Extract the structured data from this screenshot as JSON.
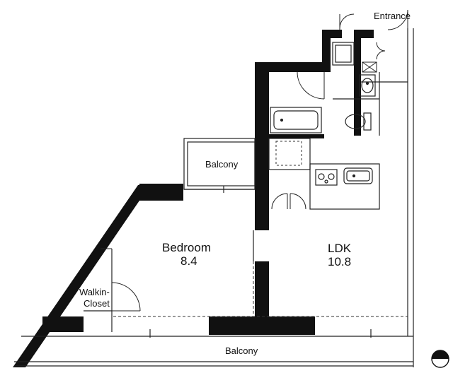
{
  "labels": {
    "entrance": "Entrance",
    "balcony_upper": "Balcony",
    "bedroom_name": "Bedroom",
    "bedroom_size": "8.4",
    "ldk_name": "LDK",
    "ldk_size": "10.8",
    "walkin_line1": "Walkin-",
    "walkin_line2": "Closet",
    "balcony_lower": "Balcony"
  },
  "icons": {
    "compass": "north-arrow-icon"
  }
}
